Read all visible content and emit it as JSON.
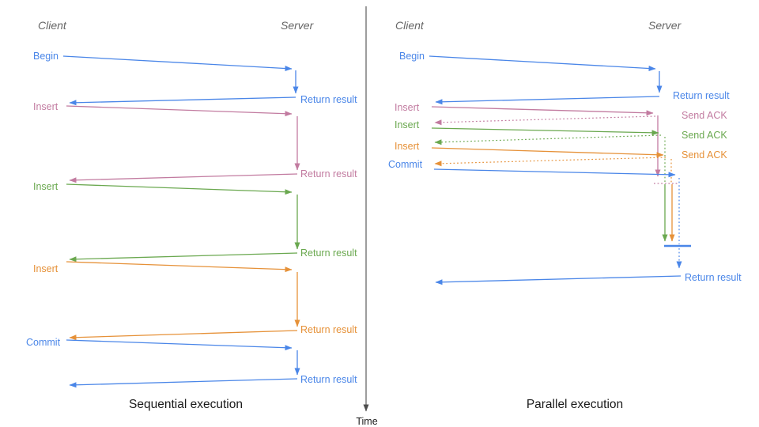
{
  "colors": {
    "blue": "#4a86e8",
    "pink": "#c27ba0",
    "green": "#6aa84f",
    "orange": "#e69138",
    "axis": "#4d4d4d",
    "header": "#666666",
    "title": "#1a1a1a"
  },
  "time_axis": {
    "label": "Time"
  },
  "left_panel": {
    "client_header": "Client",
    "server_header": "Server",
    "title": "Sequential execution",
    "steps": [
      {
        "label": "Begin",
        "color": "blue",
        "return_label": "Return result"
      },
      {
        "label": "Insert",
        "color": "pink",
        "return_label": "Return result"
      },
      {
        "label": "Insert",
        "color": "green",
        "return_label": "Return result"
      },
      {
        "label": "Insert",
        "color": "orange",
        "return_label": "Return result"
      },
      {
        "label": "Commit",
        "color": "blue",
        "return_label": "Return result"
      }
    ]
  },
  "right_panel": {
    "client_header": "Client",
    "server_header": "Server",
    "title": "Parallel execution",
    "steps": [
      {
        "label": "Begin",
        "color": "blue",
        "response_label": "Return result",
        "response_style": "solid"
      },
      {
        "label": "Insert",
        "color": "pink",
        "response_label": "Send ACK",
        "response_style": "dashed"
      },
      {
        "label": "Insert",
        "color": "green",
        "response_label": "Send ACK",
        "response_style": "dashed"
      },
      {
        "label": "Insert",
        "color": "orange",
        "response_label": "Send ACK",
        "response_style": "dashed"
      },
      {
        "label": "Commit",
        "color": "blue",
        "response_label": "Return result",
        "response_style": "deferred"
      }
    ],
    "final_return_label": "Return result"
  }
}
